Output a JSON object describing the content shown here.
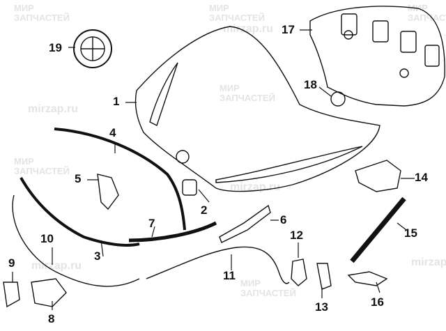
{
  "watermark": {
    "line1": "МИР",
    "line2": "ЗАПЧАСТЕЙ",
    "site": "mirzap.ru"
  },
  "callouts": [
    "1",
    "2",
    "3",
    "4",
    "5",
    "6",
    "7",
    "8",
    "9",
    "10",
    "11",
    "12",
    "13",
    "14",
    "15",
    "16",
    "17",
    "18",
    "19"
  ],
  "colors": {
    "line": "#111111",
    "watermark": "#e4e4e4"
  }
}
